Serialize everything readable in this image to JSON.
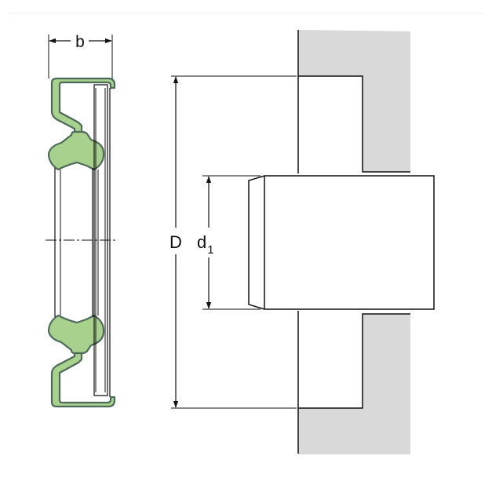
{
  "labels": {
    "b": "b",
    "D": "D",
    "d1_main": "d",
    "d1_sub": "1"
  },
  "colors": {
    "seal_fill": "#a9d18e",
    "seal_stroke": "#4e6b5a",
    "housing_fill": "#d9d9d9",
    "line": "#111111"
  }
}
